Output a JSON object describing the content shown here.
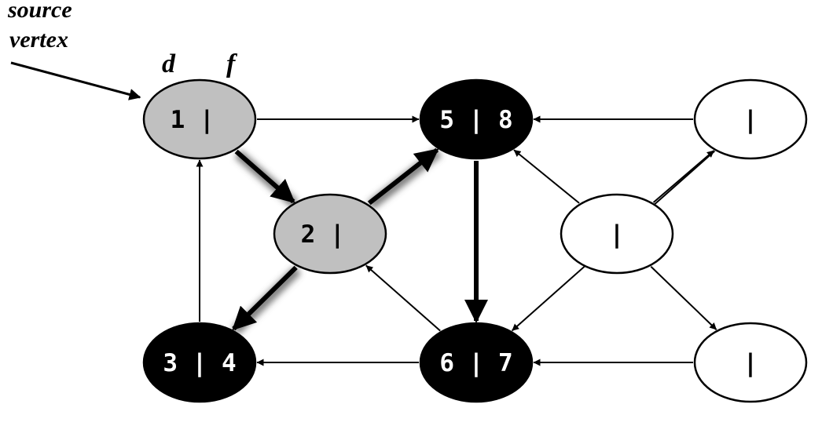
{
  "annotations": {
    "source_line1": "source",
    "source_line2": "vertex",
    "d_label": "d",
    "f_label": "f"
  },
  "colors": {
    "gray": "#c0c0c0",
    "black": "#000000",
    "white": "#ffffff"
  },
  "nodes": [
    {
      "id": "n1",
      "label": "1 | ",
      "fill": "gray"
    },
    {
      "id": "n2",
      "label": "2 | ",
      "fill": "gray"
    },
    {
      "id": "n3",
      "label": "3 | 4",
      "fill": "black"
    },
    {
      "id": "n4",
      "label": "5 | 8",
      "fill": "black"
    },
    {
      "id": "n5",
      "label": "6 | 7",
      "fill": "black"
    },
    {
      "id": "n6",
      "label": " | ",
      "fill": "white"
    },
    {
      "id": "n7",
      "label": " | ",
      "fill": "white"
    },
    {
      "id": "n8",
      "label": " | ",
      "fill": "white"
    }
  ],
  "edges": [
    {
      "from": "n1",
      "to": "n4",
      "tree": false
    },
    {
      "from": "n1",
      "to": "n2",
      "tree": true
    },
    {
      "from": "n2",
      "to": "n4",
      "tree": true
    },
    {
      "from": "n2",
      "to": "n3",
      "tree": true
    },
    {
      "from": "n4",
      "to": "n5",
      "tree": true
    },
    {
      "from": "n3",
      "to": "n1",
      "tree": false
    },
    {
      "from": "n5",
      "to": "n2",
      "tree": false
    },
    {
      "from": "n5",
      "to": "n3",
      "tree": false
    },
    {
      "from": "n6",
      "to": "n4",
      "tree": false
    },
    {
      "from": "n6",
      "to": "n5",
      "tree": false
    },
    {
      "from": "n7",
      "to": "n4",
      "tree": false
    },
    {
      "from": "n7",
      "to": "n6",
      "tree": false
    },
    {
      "from": "n7",
      "to": "n8",
      "tree": false
    },
    {
      "from": "n8",
      "to": "n5",
      "tree": false
    }
  ]
}
